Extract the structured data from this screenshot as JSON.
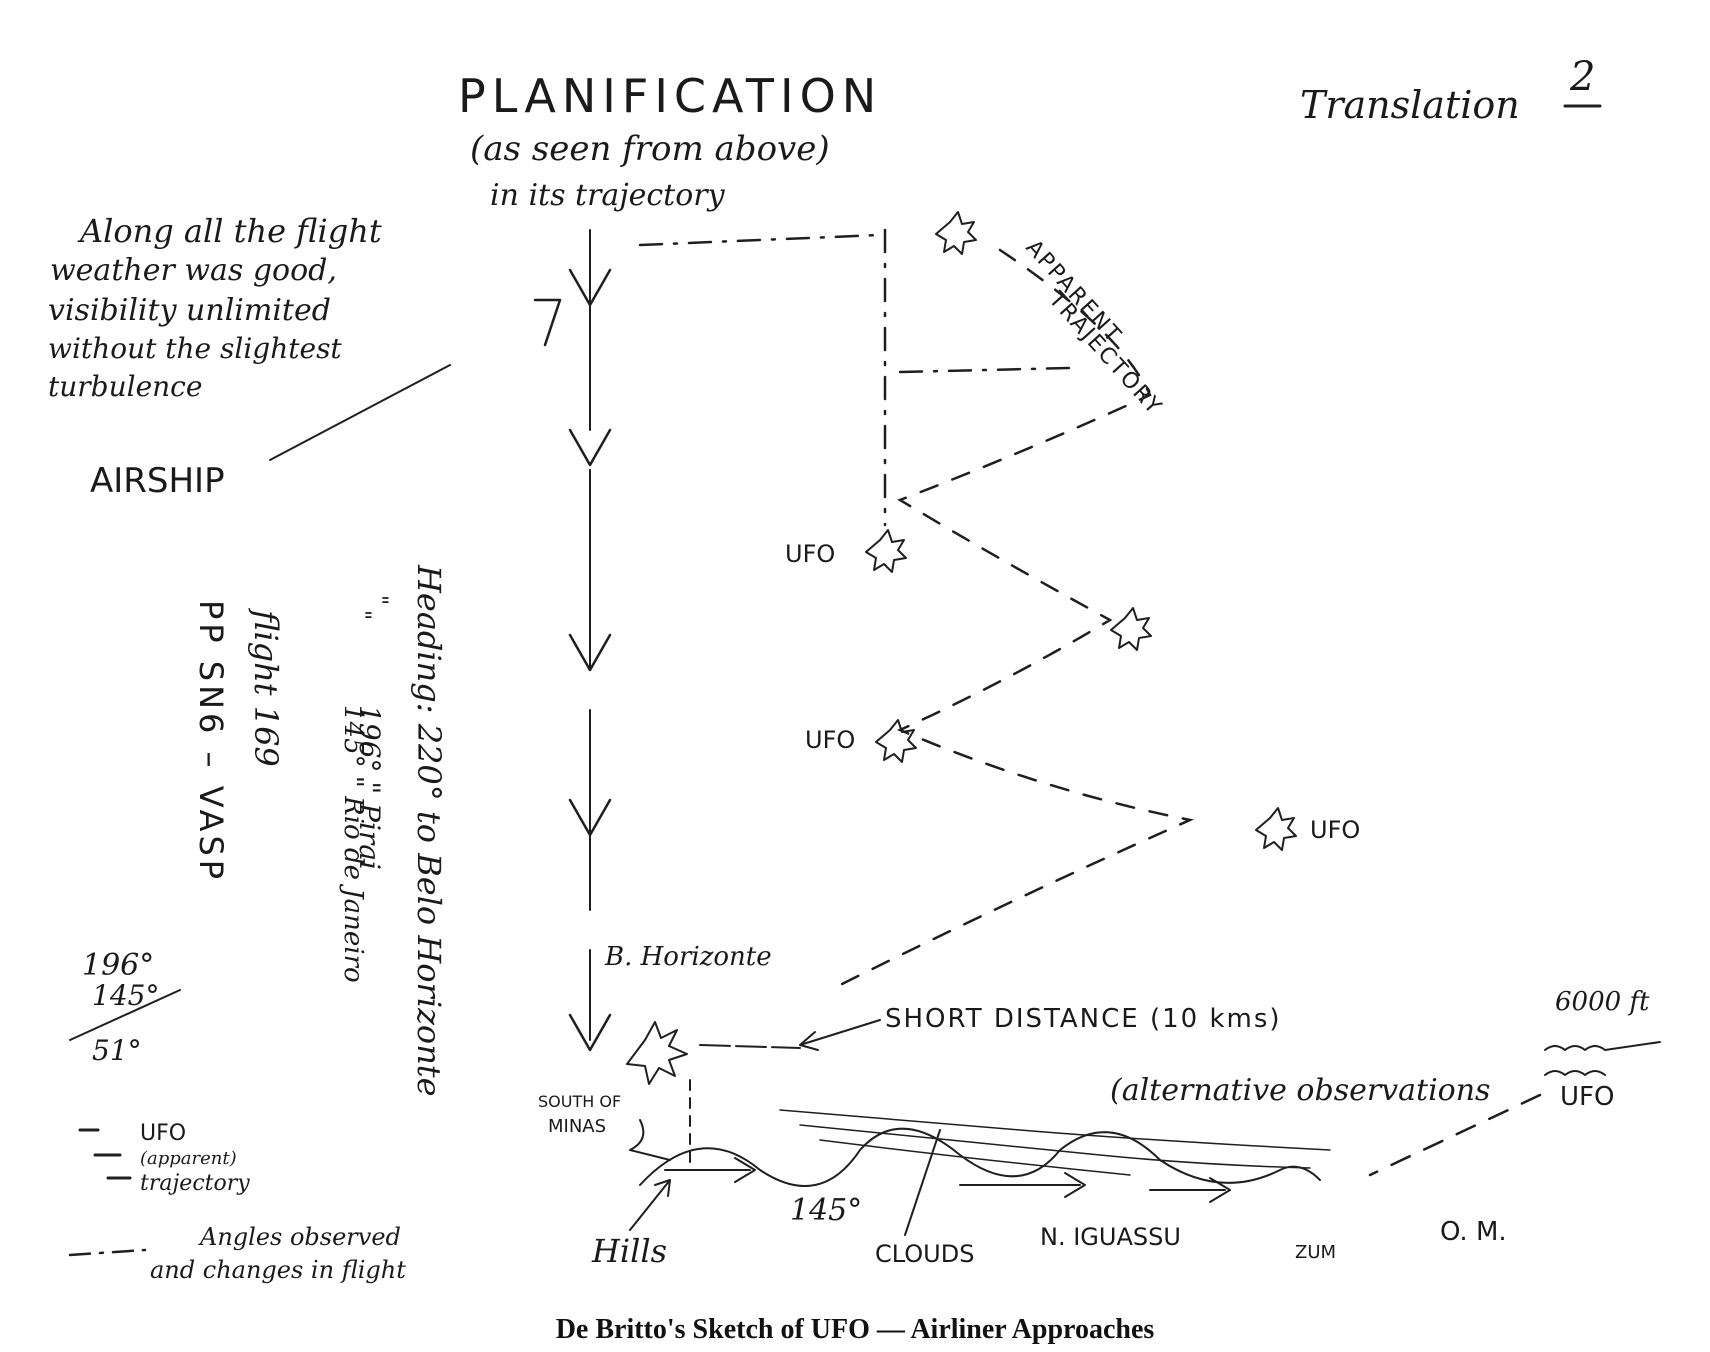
{
  "title": "PLANIFICATION",
  "subtitle_1": "(as seen from above)",
  "subtitle_2": "in its trajectory",
  "translation": "Translation",
  "page_number": "2",
  "weather_note": [
    "Along all the flight",
    "weather was good,",
    "visibility unlimited",
    "without the slightest",
    "turbulence"
  ],
  "airship": "AIRSHIP",
  "flight": [
    "PP SN6 – VASP",
    "flight 169"
  ],
  "heading": [
    "Heading: 220° to Belo Horizonte",
    "196° \" Pirai",
    "145° \" Rio de Janeiro"
  ],
  "heading_dittos": [
    "\"",
    "\""
  ],
  "apparent_trajectory": [
    "APPARENT",
    "TRAJECTORY"
  ],
  "ufo_labels": [
    "UFO",
    "UFO",
    "UFO"
  ],
  "b_horizonte": "B. Horizonte",
  "short_distance": "SHORT DISTANCE (10 kms)",
  "alternative": "(alternative observations",
  "altitude": "6000 ft",
  "ufo_right": "UFO",
  "south_of_minas": [
    "SOUTH OF",
    "MINAS"
  ],
  "bottom_labels": [
    "Hills",
    "145°",
    "CLOUDS",
    "N. IGUASSU",
    "ZUM",
    "O. M."
  ],
  "calc": [
    "196°",
    "145°",
    "51°"
  ],
  "legend": {
    "ufo_label": [
      "UFO",
      "(apparent)",
      "trajectory"
    ],
    "angles_label": [
      "Angles observed",
      "and changes in flight"
    ]
  },
  "caption": "De Britto's Sketch of UFO — Airliner Approaches",
  "ink_color": "#1f1f1f"
}
